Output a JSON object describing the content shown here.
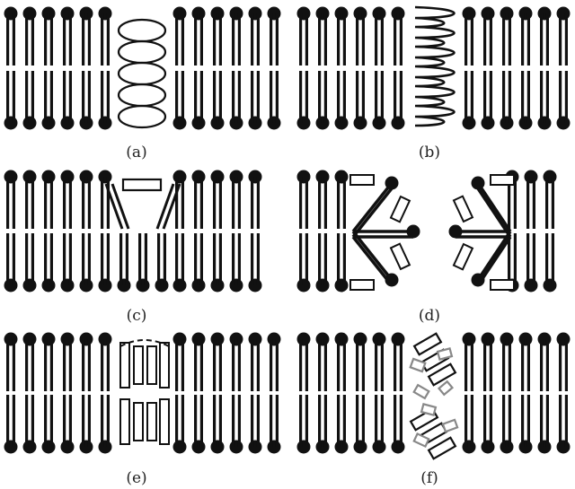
{
  "panels": [
    {
      "id": "a",
      "label": "(a)",
      "pore": "helical-peptides"
    },
    {
      "id": "b",
      "label": "(b)",
      "pore": "sinusoidal-strands"
    },
    {
      "id": "c",
      "label": "(c)",
      "pore": "barrel-stave-tilted"
    },
    {
      "id": "d",
      "label": "(d)",
      "pore": "toroidal-pore"
    },
    {
      "id": "e",
      "label": "(e)",
      "pore": "stacked-rings"
    },
    {
      "id": "f",
      "label": "(f)",
      "pore": "carpet-disordered"
    }
  ],
  "colors": {
    "lipid": "#111111",
    "peptide_outline": "#111111",
    "peptide_gray": "#888888",
    "background": "#ffffff"
  }
}
